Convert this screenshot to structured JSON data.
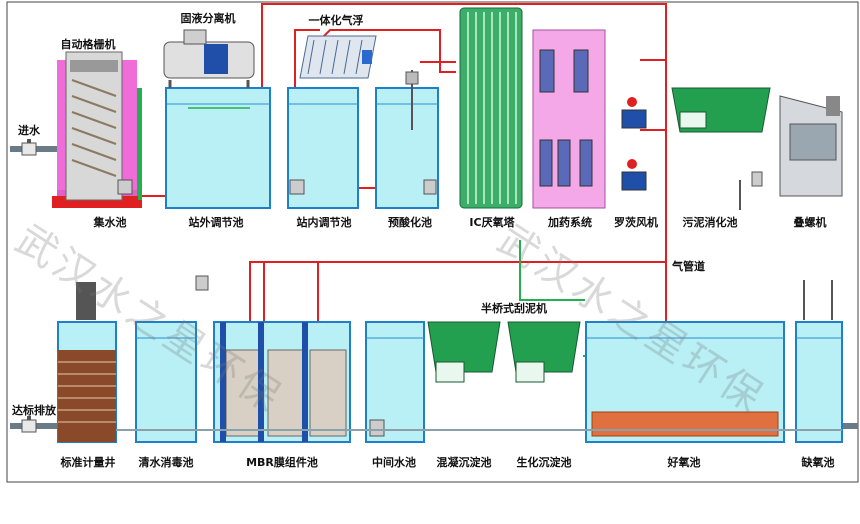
{
  "colors": {
    "water": "#b8f0f6",
    "water_edge": "#2a8fd0",
    "tank_wall": "#1f7fc8",
    "pipe_red": "#e02020",
    "pipe_green": "#22b14c",
    "pink_panel": "#f5a8e8",
    "ic_green": "#3cae6a",
    "settler_green": "#22a050",
    "brick": "#8a4a2a"
  },
  "labels": {
    "inlet": "进水",
    "outlet": "达标排放",
    "screen_machine": "自动格栅机",
    "separator": "固液分离机",
    "daf": "一体化气浮",
    "scraper": "半桥式刮泥机",
    "gas_pipe": "气管道"
  },
  "top_units": [
    {
      "id": "collection",
      "name": "集水池"
    },
    {
      "id": "ext_balance",
      "name": "站外调节池"
    },
    {
      "id": "int_balance",
      "name": "站内调节池"
    },
    {
      "id": "preacid",
      "name": "预酸化池"
    },
    {
      "id": "ic",
      "name": "IC厌氧塔"
    },
    {
      "id": "dosing",
      "name": "加药系统"
    },
    {
      "id": "blower",
      "name": "罗茨风机"
    },
    {
      "id": "sludge_digest",
      "name": "污泥消化池"
    },
    {
      "id": "screw_press",
      "name": "叠螺机"
    }
  ],
  "bottom_units": [
    {
      "id": "meter_well",
      "name": "标准计量井"
    },
    {
      "id": "disinfect",
      "name": "清水消毒池"
    },
    {
      "id": "mbr",
      "name": "MBR膜组件池"
    },
    {
      "id": "middle",
      "name": "中间水池"
    },
    {
      "id": "coag",
      "name": "混凝沉淀池"
    },
    {
      "id": "bio_settle",
      "name": "生化沉淀池"
    },
    {
      "id": "aerobic",
      "name": "好氧池"
    },
    {
      "id": "anoxic",
      "name": "缺氧池"
    }
  ],
  "watermarks": [
    "武汉水之星环保",
    "武汉水之星环保"
  ]
}
